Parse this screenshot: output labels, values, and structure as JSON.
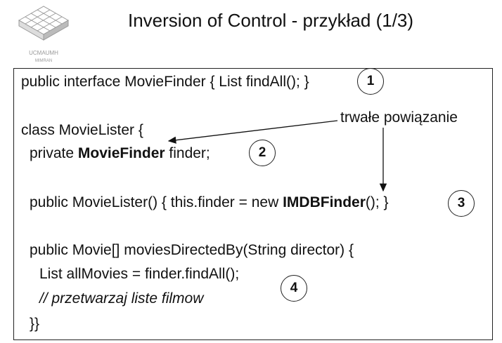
{
  "slide": {
    "title": "Inversion of Control - przykład (1/3)",
    "logo": {
      "caption_line1": "UCMAUMH",
      "caption_line2": "MIMRAN"
    }
  },
  "code": {
    "line1": "public interface MovieFinder { List findAll(); }",
    "line2": "class MovieLister {",
    "line3_pre": "private ",
    "line3_bold": "MovieFinder",
    "line3_post": " finder;",
    "line4_pre": "public MovieLister() { this.finder = new ",
    "line4_bold": "IMDBFinder",
    "line4_post": "(); }",
    "line5": "public Movie[] moviesDirectedBy(String director) {",
    "line6": "List allMovies = finder.findAll();",
    "line7": "// przetwarzaj liste filmow",
    "line8": "}}"
  },
  "annotation": {
    "text": "trwałe powiązanie"
  },
  "markers": [
    "1",
    "2",
    "3",
    "4"
  ]
}
